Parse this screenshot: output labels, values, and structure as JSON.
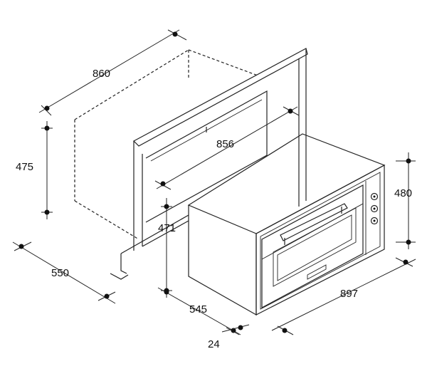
{
  "dimensions": {
    "cabinet_width": "860",
    "cabinet_height": "475",
    "cabinet_depth": "550",
    "niche_width": "856",
    "niche_height": "471",
    "oven_depth": "545",
    "front_thickness": "24",
    "oven_height": "480",
    "oven_width": "897"
  },
  "colors": {
    "line": "#222222",
    "background": "#ffffff"
  }
}
